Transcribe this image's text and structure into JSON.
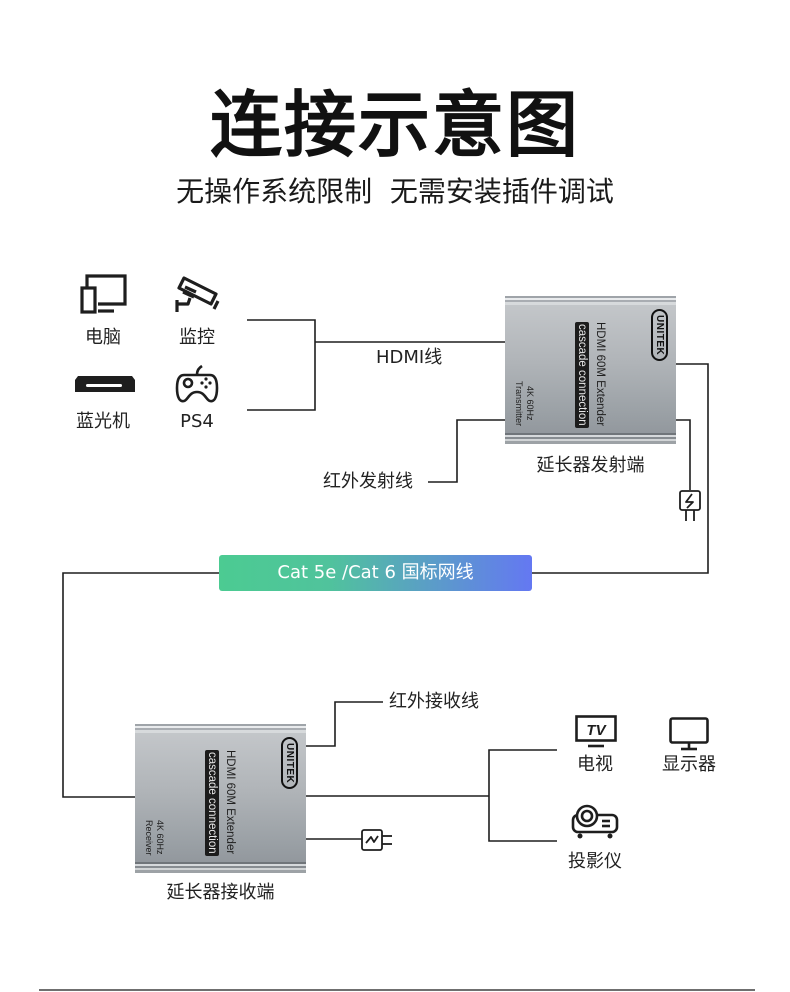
{
  "header": {
    "title": "连接示意图",
    "subtitle": "无操作系统限制  无需安装插件调试"
  },
  "sources": [
    {
      "label": "电脑",
      "icon": "computer-icon"
    },
    {
      "label": "监控",
      "icon": "surveillance-camera-icon"
    },
    {
      "label": "蓝光机",
      "icon": "blu-ray-player-icon"
    },
    {
      "label": "PS4",
      "icon": "gamepad-icon"
    }
  ],
  "cables": {
    "hdmi": "HDMI线",
    "ir_transmit": "红外发射线",
    "network": "Cat 5e /Cat 6 国标网线",
    "ir_receive": "红外接收线"
  },
  "transmitter": {
    "caption": "延长器发射端",
    "product": "HDMI 60M Extender",
    "feature": "cascade connection",
    "spec": "4K 60Hz",
    "role": "Transmitter",
    "brand": "UNITEK"
  },
  "receiver": {
    "caption": "延长器接收端",
    "product": "HDMI 60M Extender",
    "feature": "cascade connection",
    "spec": "4K 60Hz",
    "role": "Receiver",
    "brand": "UNITEK"
  },
  "power": {
    "transmitter_icon": "power-adapter-icon",
    "receiver_icon": "power-adapter-icon"
  },
  "displays": [
    {
      "label": "电视",
      "icon": "tv-icon",
      "icon_text": "TV"
    },
    {
      "label": "显示器",
      "icon": "monitor-icon"
    },
    {
      "label": "投影仪",
      "icon": "projector-icon"
    }
  ],
  "colors": {
    "line": "#1e1e1e",
    "badge_gradient_start": "#4ccb92",
    "badge_gradient_end": "#6478f2",
    "device_metal": "#b0b4b8"
  }
}
